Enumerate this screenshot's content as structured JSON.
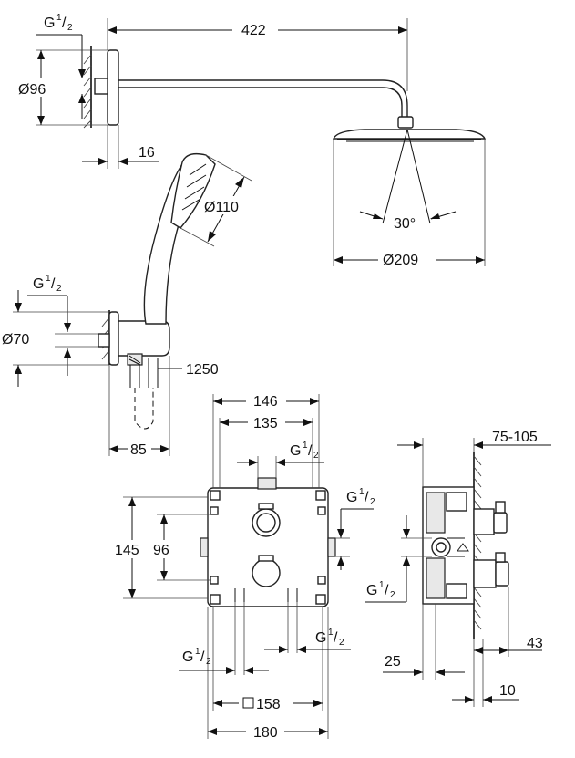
{
  "diagram": {
    "head_shower": {
      "arm_length": "422",
      "thread_g": "G",
      "thread_num": "1",
      "thread_den": "2",
      "rose_diameter": "Ø96",
      "wall_offset": "16",
      "angle": "30°",
      "head_diameter": "Ø209"
    },
    "hand_shower": {
      "head_diameter": "Ø110",
      "thread_g": "G",
      "thread_num": "1",
      "thread_den": "2",
      "outlet_diameter": "Ø70",
      "hose_length": "1250",
      "projection": "85"
    },
    "mixer_front": {
      "width_outer": "146",
      "width_inner": "135",
      "height_outer": "145",
      "height_inner": "96",
      "top_thread_g": "G",
      "right_thread_g": "G",
      "bottom_left_thread_g": "G",
      "bottom_right_thread_g": "G",
      "thread_num": "1",
      "thread_den": "2",
      "plate_size": "158",
      "overall_width": "180"
    },
    "mixer_side": {
      "install_depth": "75-105",
      "thread_g": "G",
      "thread_num": "1",
      "thread_den": "2",
      "front_projection": "25",
      "handle_projection": "43",
      "plate_thickness": "10"
    }
  }
}
